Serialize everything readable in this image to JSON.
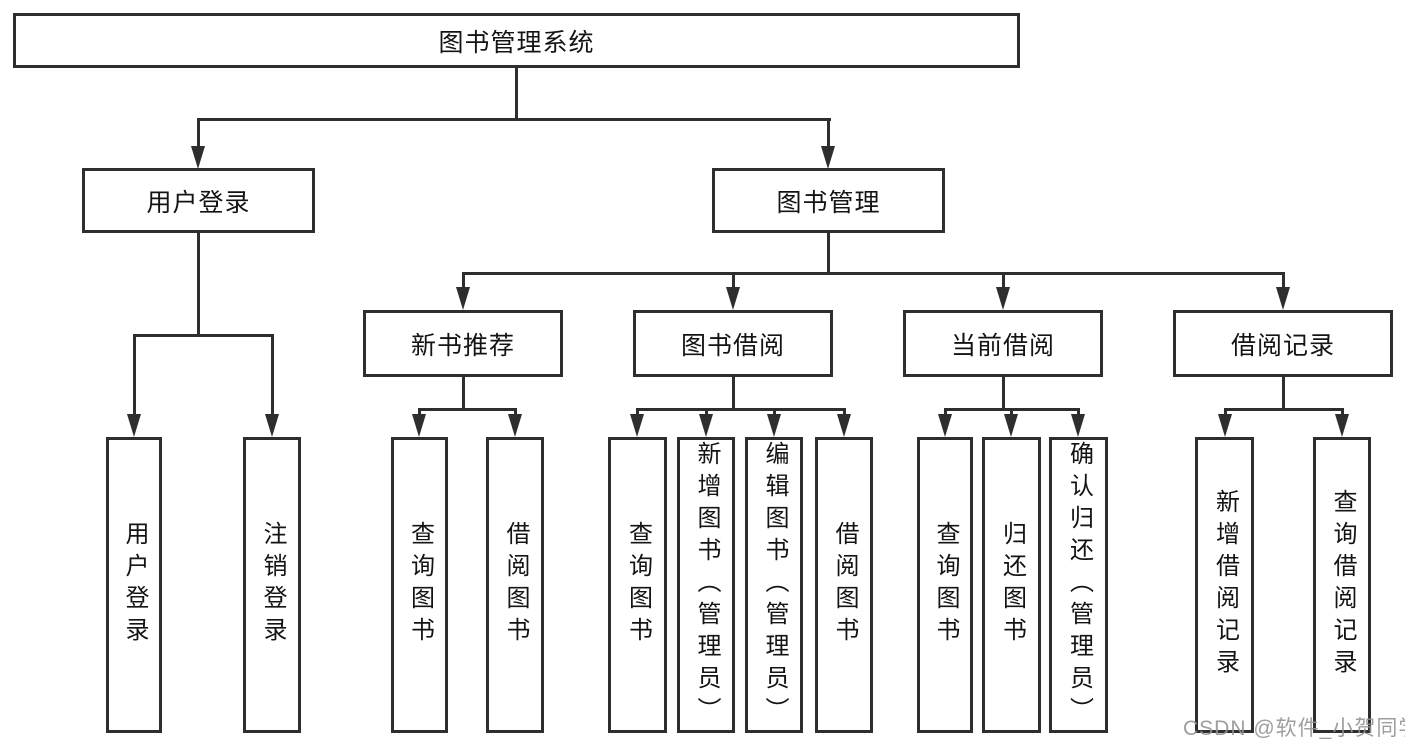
{
  "colors": {
    "line": "#2e2e2e",
    "box_border": "#2e2e2e",
    "text": "#141414",
    "background": "#ffffff",
    "watermark": "#949494"
  },
  "watermark": {
    "text": "CSDN @软件_小贺同学"
  },
  "tree": {
    "root": {
      "label": "图书管理系统",
      "children": [
        {
          "label": "用户登录",
          "children": [
            {
              "label": "用户登录"
            },
            {
              "label": "注销登录"
            }
          ]
        },
        {
          "label": "图书管理",
          "children": [
            {
              "label": "新书推荐",
              "children": [
                {
                  "label": "查询图书"
                },
                {
                  "label": "借阅图书"
                }
              ]
            },
            {
              "label": "图书借阅",
              "children": [
                {
                  "label": "查询图书"
                },
                {
                  "label": "新增图书（管理员）"
                },
                {
                  "label": "编辑图书（管理员）"
                },
                {
                  "label": "借阅图书"
                }
              ]
            },
            {
              "label": "当前借阅",
              "children": [
                {
                  "label": "查询图书"
                },
                {
                  "label": "归还图书"
                },
                {
                  "label": "确认归还（管理员）"
                }
              ]
            },
            {
              "label": "借阅记录",
              "children": [
                {
                  "label": "新增借阅记录"
                },
                {
                  "label": "查询借阅记录"
                }
              ]
            }
          ]
        }
      ]
    }
  }
}
